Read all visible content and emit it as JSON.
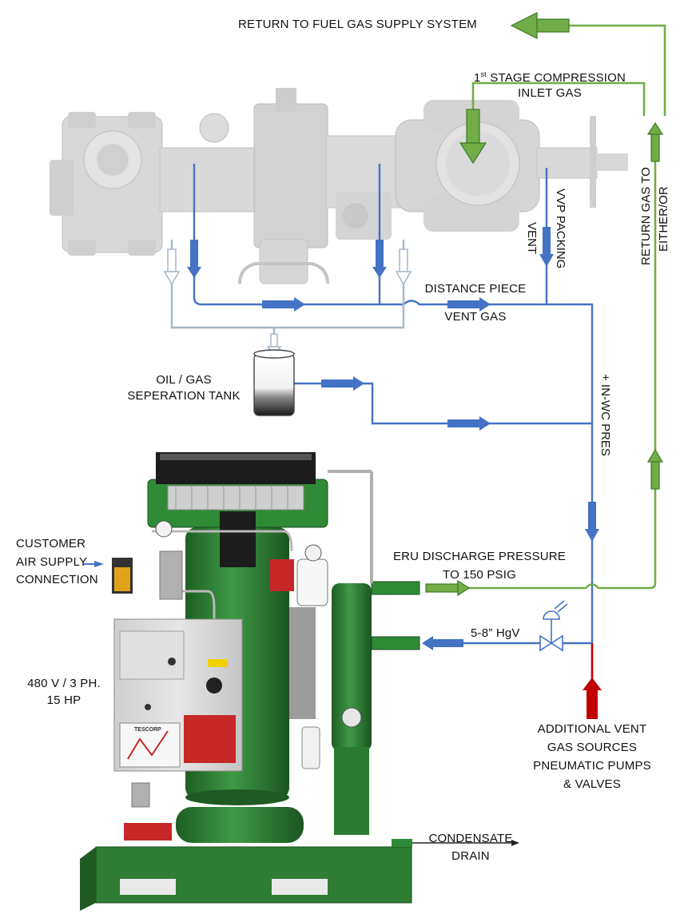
{
  "colors": {
    "vent_line": "#4472c4",
    "return_line": "#70ad47",
    "additional_source": "#c00000",
    "drain_line": "#222222",
    "equipment_green": "#2e7d32",
    "compressor_gray": "#d9d9d9",
    "separator_line": "#a6b6c8"
  },
  "labels": {
    "return_to_supply": "RETURN TO FUEL GAS SUPPLY SYSTEM",
    "first_stage_line1_pre": "1",
    "first_stage_line1_sup": "st",
    "first_stage_line1_post": " STAGE COMPRESSION",
    "first_stage_line2": "INLET GAS",
    "vvp_line1": "VVP PACKING",
    "vvp_line2": "VENT",
    "return_gas_line1": "RETURN GAS TO",
    "return_gas_line2": "EITHER/OR",
    "distance_piece_line1": "DISTANCE PIECE",
    "distance_piece_line2": "VENT GAS",
    "oil_gas_line1": "OIL / GAS",
    "oil_gas_line2": "SEPERATION TANK",
    "in_wc_pres": "+ IN-WC PRES",
    "customer_air_line1": "CUSTOMER",
    "customer_air_line2": "AIR SUPPLY",
    "customer_air_line3": "CONNECTION",
    "eru_discharge_line1": "ERU DISCHARGE PRESSURE",
    "eru_discharge_line2": "TO 150 PSIG",
    "vacuum": "5-8” HgV",
    "power_line1": "480 V / 3 PH.",
    "power_line2": "15 HP",
    "additional_line1": "ADDITIONAL VENT",
    "additional_line2": "GAS SOURCES",
    "additional_line3": "PNEUMATIC PUMPS",
    "additional_line4": "& VALVES",
    "condensate_line1": "CONDENSATE",
    "condensate_line2": "DRAIN",
    "panel_brand": "TESCORP"
  },
  "icons": {
    "compressor": "reciprocating-compressor-icon",
    "separator": "separation-tank-icon",
    "eru": "vapor-recovery-unit-icon",
    "valve": "control-valve-icon"
  }
}
